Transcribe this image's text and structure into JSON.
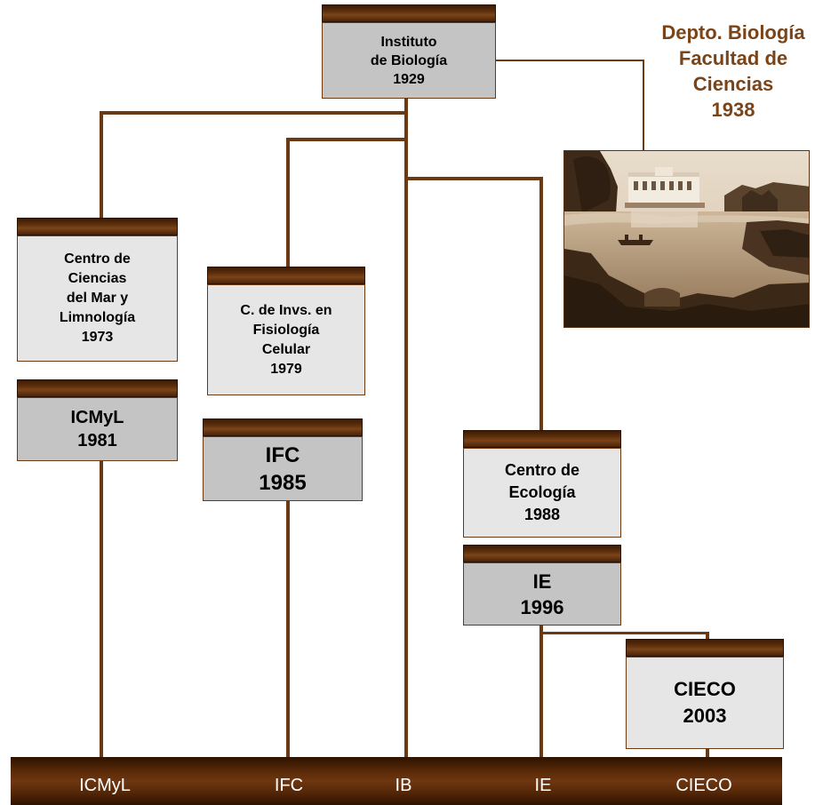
{
  "boxes": {
    "ib": {
      "lines": [
        "Instituto",
        "de Biología",
        "1929"
      ]
    },
    "ccml": {
      "lines": [
        "Centro de",
        "Ciencias",
        "del Mar y",
        "Limnología",
        "1973"
      ]
    },
    "icmyl": {
      "lines": [
        "ICMyL",
        "1981"
      ]
    },
    "cifc": {
      "lines": [
        "C. de Invs. en",
        "Fisiología",
        "Celular",
        "1979"
      ]
    },
    "ifc": {
      "lines": [
        "IFC",
        "1985"
      ]
    },
    "ce": {
      "lines": [
        "Centro de",
        "Ecología",
        "1988"
      ]
    },
    "ie": {
      "lines": [
        "IE",
        "1996"
      ]
    },
    "cieco": {
      "lines": [
        "CIECO",
        "2003"
      ]
    }
  },
  "annotation": {
    "lines": [
      "Depto.  Biología",
      "Facultad de",
      "Ciencias",
      "1938"
    ]
  },
  "bottom_labels": [
    "ICMyL",
    "IFC",
    "IB",
    "IE",
    "CIECO"
  ],
  "colors": {
    "line": "#6b3a12",
    "header": "#4a230a",
    "annotation": "#7a4418",
    "box_light": "#e6e6e6",
    "box_dark": "#c4c4c4"
  }
}
